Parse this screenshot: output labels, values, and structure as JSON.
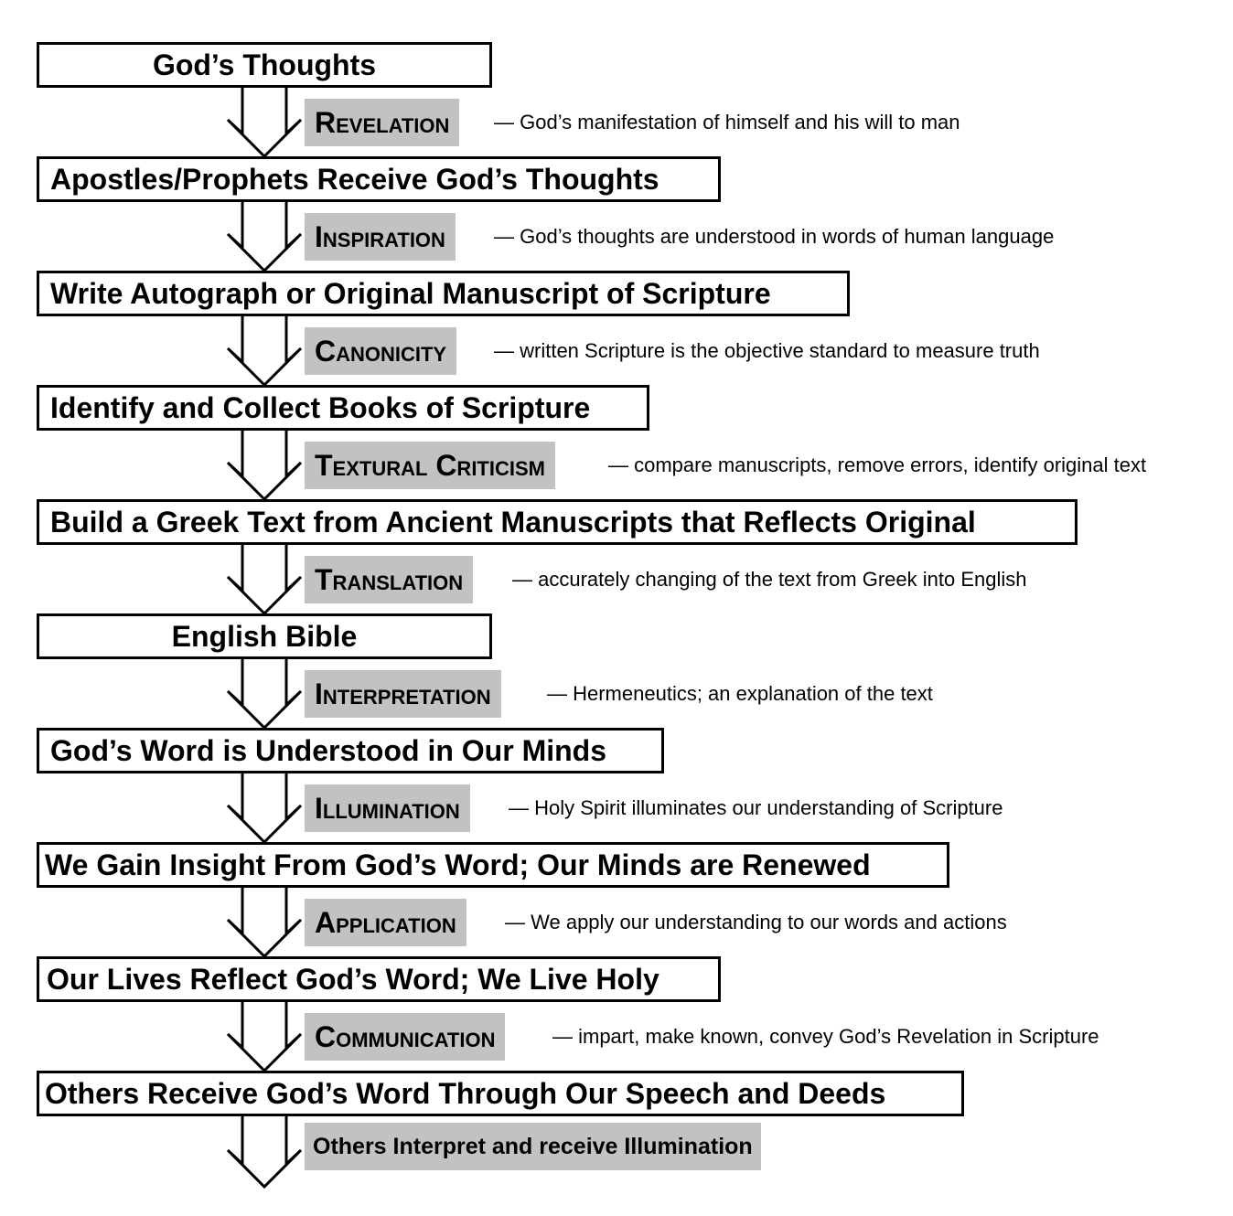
{
  "stages": [
    "God’s Thoughts",
    "Apostles/Prophets Receive God’s Thoughts",
    "Write Autograph or Original Manuscript of Scripture",
    "Identify and Collect Books of Scripture",
    "Build a Greek Text from Ancient Manuscripts that Reflects Original",
    "English Bible",
    "God’s Word is Understood in Our Minds",
    "We Gain Insight From God’s Word; Our Minds are Renewed",
    "Our Lives Reflect God’s Word; We Live Holy",
    "Others Receive God’s Word Through Our Speech and Deeds"
  ],
  "processes": [
    {
      "label": "Revelation",
      "description": "— God’s manifestation of himself and his will to man"
    },
    {
      "label": "Inspiration",
      "description": "— God’s thoughts are understood in words of human language"
    },
    {
      "label": "Canonicity",
      "description": "— written Scripture is the objective standard to measure truth"
    },
    {
      "label": "Textural Criticism",
      "description": "— compare manuscripts, remove errors,  identify original text"
    },
    {
      "label": "Translation",
      "description": "— accurately changing of the text from Greek into English"
    },
    {
      "label": "Interpretation",
      "description": "— Hermeneutics; an explanation of the text"
    },
    {
      "label": "Illumination",
      "description": "— Holy Spirit illuminates our understanding of Scripture"
    },
    {
      "label": "Application",
      "description": "— We apply our understanding to our words and actions"
    },
    {
      "label": "Communication",
      "description": "— impart, make known, convey God’s Revelation in Scripture"
    }
  ],
  "final_step": {
    "label": "Others Interpret and receive Illumination"
  }
}
